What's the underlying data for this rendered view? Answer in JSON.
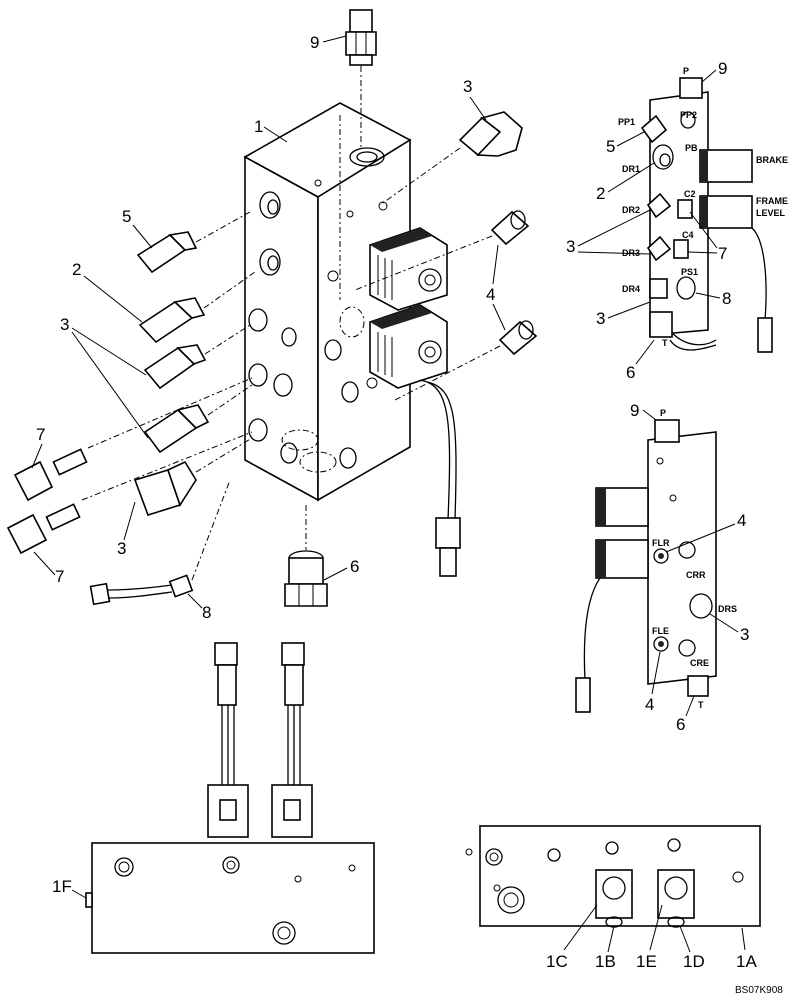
{
  "callouts": {
    "main": {
      "c1": "1",
      "c2": "2",
      "c3a": "3",
      "c3b": "3",
      "c3c": "3",
      "c4": "4",
      "c5": "5",
      "c6": "6",
      "c7a": "7",
      "c7b": "7",
      "c8": "8",
      "c9": "9"
    },
    "view_a": {
      "c9": "9",
      "c5": "5",
      "c2": "2",
      "c3a": "3",
      "c7": "7",
      "c3b": "3",
      "c8": "8",
      "c6": "6"
    },
    "view_b": {
      "c9": "9",
      "c4a": "4",
      "c3": "3",
      "c4b": "4",
      "c6": "6"
    },
    "bottom": {
      "c1F": "1F",
      "c1C": "1C",
      "c1B": "1B",
      "c1E": "1E",
      "c1D": "1D",
      "c1A": "1A"
    }
  },
  "port_labels": {
    "view_a": {
      "p": "P",
      "pp1": "PP1",
      "pp2": "PP2",
      "pb": "PB",
      "dr1": "DR1",
      "brake": "BRAKE",
      "frame": "FRAME",
      "level": "LEVEL",
      "dr2": "DR2",
      "c2": "C2",
      "dr3": "DR3",
      "c4": "C4",
      "dr4": "DR4",
      "ps1": "PS1",
      "t": "T"
    },
    "view_b": {
      "p": "P",
      "flr": "FLR",
      "crr": "CRR",
      "drs": "DRS",
      "fle": "FLE",
      "cre": "CRE",
      "t": "T"
    }
  },
  "drawing_code": "BS07K908"
}
